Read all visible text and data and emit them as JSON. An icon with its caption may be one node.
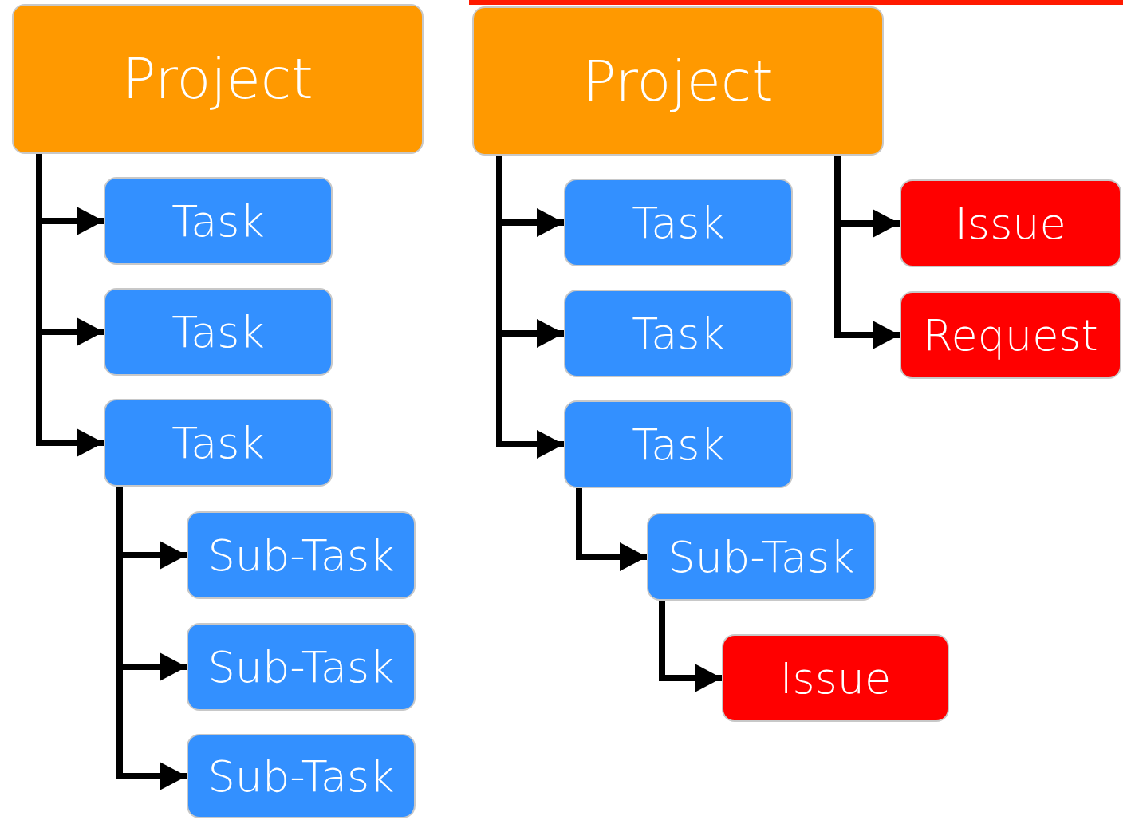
{
  "diagram": {
    "nodes": [
      {
        "text": [
          "Project"
        ]
      },
      {
        "text": [
          "Task"
        ]
      },
      {
        "text": [
          "Task"
        ]
      },
      {
        "text": [
          "Task"
        ]
      },
      {
        "text": [
          "Sub-Task"
        ]
      },
      {
        "text": [
          "Sub-Task"
        ]
      },
      {
        "text": [
          "Sub-Task"
        ]
      },
      {
        "text": [
          "Project"
        ]
      },
      {
        "text": [
          "Task"
        ]
      },
      {
        "text": [
          "Task"
        ]
      },
      {
        "text": [
          "Task"
        ]
      },
      {
        "text": [
          "Sub-Task"
        ]
      },
      {
        "text": [
          "Issue"
        ]
      },
      {
        "text": [
          "Issue"
        ]
      },
      {
        "text": [
          "Request"
        ]
      }
    ],
    "edges": [
      {
        "from": 0,
        "to": 1,
        "arrow": "to"
      },
      {
        "from": 0,
        "to": 2,
        "arrow": "to"
      },
      {
        "from": 0,
        "to": 3,
        "arrow": "to"
      },
      {
        "from": 3,
        "to": 4,
        "arrow": "to"
      },
      {
        "from": 3,
        "to": 5,
        "arrow": "to"
      },
      {
        "from": 3,
        "to": 6,
        "arrow": "to"
      },
      {
        "from": 7,
        "to": 8,
        "arrow": "to"
      },
      {
        "from": 7,
        "to": 9,
        "arrow": "to"
      },
      {
        "from": 7,
        "to": 10,
        "arrow": "to"
      },
      {
        "from": 10,
        "to": 11,
        "arrow": "to"
      },
      {
        "from": 11,
        "to": 12,
        "arrow": "to"
      },
      {
        "from": 7,
        "to": 13,
        "arrow": "to"
      },
      {
        "from": 7,
        "to": 14,
        "arrow": "to"
      }
    ]
  }
}
